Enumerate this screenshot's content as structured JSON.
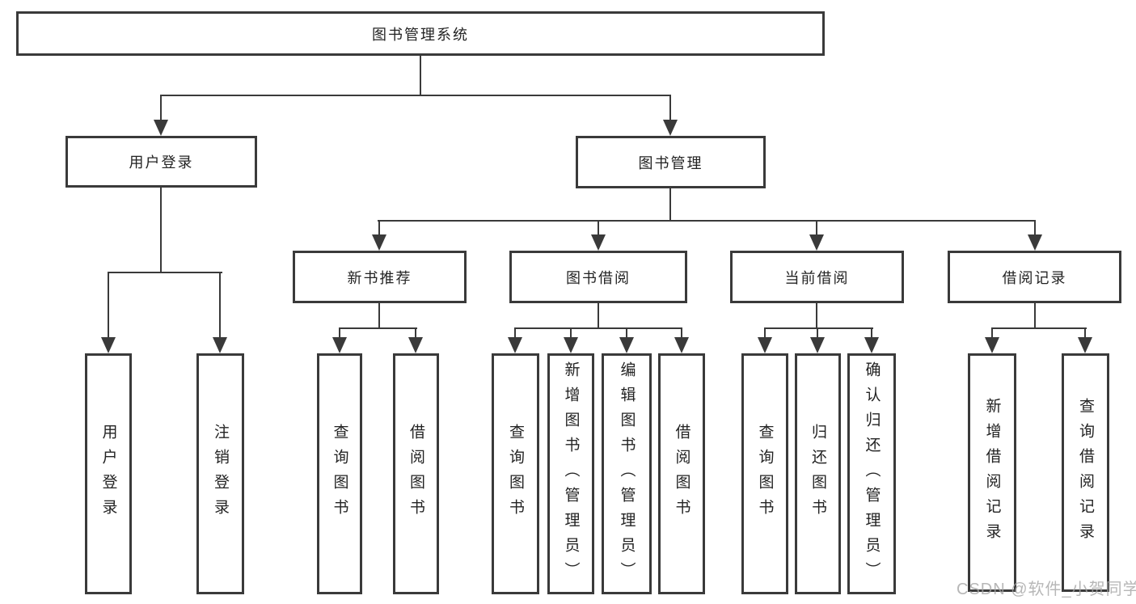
{
  "tree": {
    "root": {
      "label": "图书管理系统",
      "children": [
        {
          "label": "用户登录",
          "children": [
            {
              "label": "用户登录"
            },
            {
              "label": "注销登录"
            }
          ]
        },
        {
          "label": "图书管理",
          "children": [
            {
              "label": "新书推荐",
              "children": [
                {
                  "label": "查询图书"
                },
                {
                  "label": "借阅图书"
                }
              ]
            },
            {
              "label": "图书借阅",
              "children": [
                {
                  "label": "查询图书"
                },
                {
                  "label": "新增图书（管理员）"
                },
                {
                  "label": "编辑图书（管理员）"
                },
                {
                  "label": "借阅图书"
                }
              ]
            },
            {
              "label": "当前借阅",
              "children": [
                {
                  "label": "查询图书"
                },
                {
                  "label": "归还图书"
                },
                {
                  "label": "确认归还（管理员）"
                }
              ]
            },
            {
              "label": "借阅记录",
              "children": [
                {
                  "label": "新增借阅记录"
                },
                {
                  "label": "查询借阅记录"
                }
              ]
            }
          ]
        }
      ]
    }
  },
  "watermark": {
    "text": "CSDN @软件_小贺同学"
  },
  "colors": {
    "line": "#3a3a3a",
    "box_border": "#3a3a3a",
    "text": "#232323",
    "watermark": "#a5a5a5",
    "background": "#ffffff"
  }
}
